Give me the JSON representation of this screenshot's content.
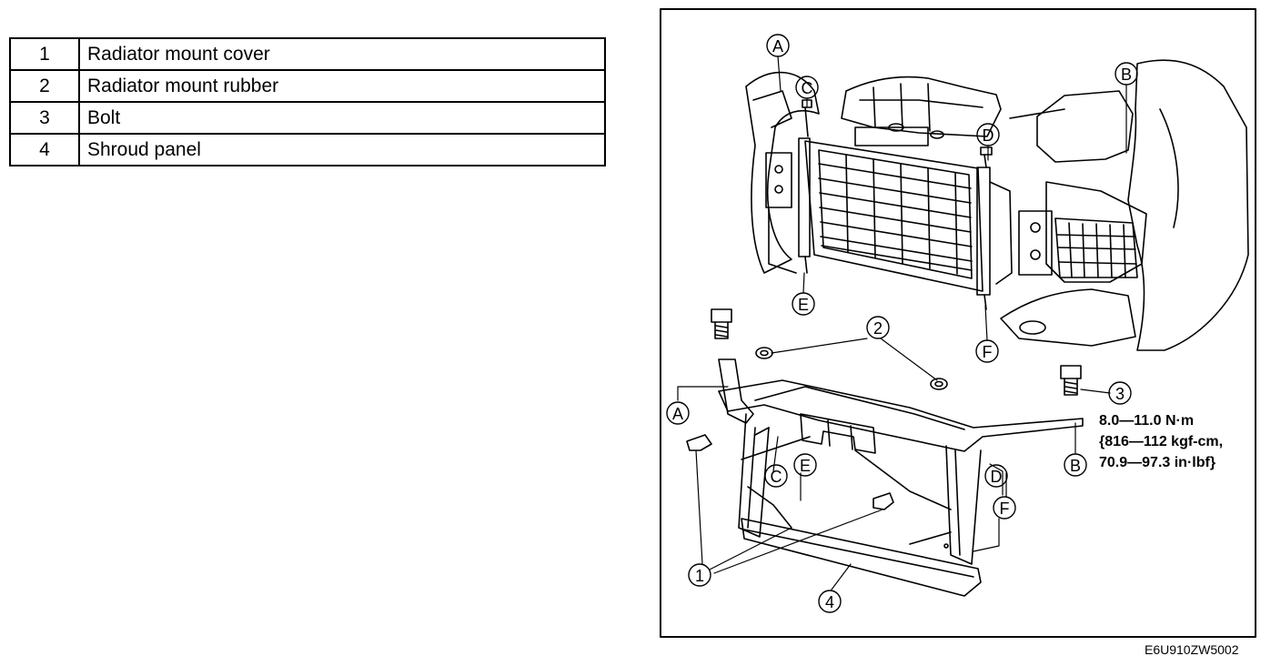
{
  "legend": [
    {
      "num": "1",
      "label": "Radiator mount cover"
    },
    {
      "num": "2",
      "label": "Radiator mount rubber"
    },
    {
      "num": "3",
      "label": "Bolt"
    },
    {
      "num": "4",
      "label": "Shroud panel"
    }
  ],
  "callouts": {
    "A": "A",
    "B": "B",
    "C": "C",
    "D": "D",
    "E": "E",
    "F": "F",
    "n1": "1",
    "n2": "2",
    "n3": "3",
    "n4": "4"
  },
  "torque": {
    "line1": "8.0—11.0 N·m",
    "line2": "{816—112 kgf-cm,",
    "line3": "70.9—97.3 in·lbf}"
  },
  "figure_code": "E6U910ZW5002"
}
